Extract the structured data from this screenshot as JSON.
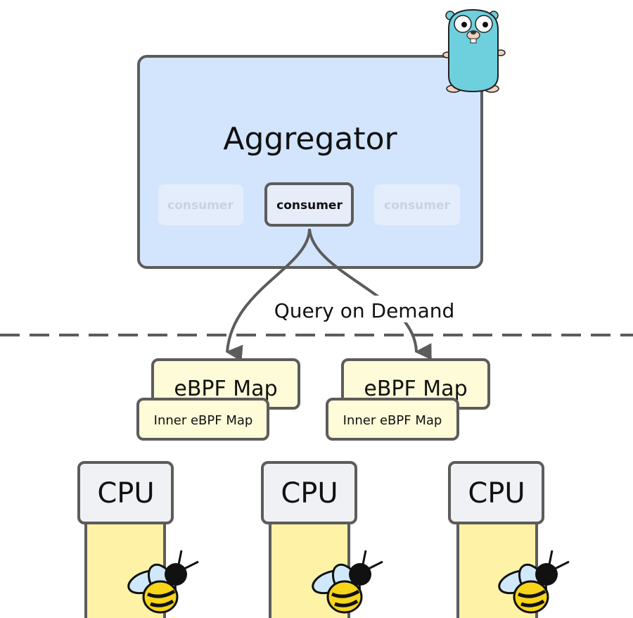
{
  "aggregator": {
    "title": "Aggregator",
    "consumers": [
      {
        "label": "consumer",
        "active": false
      },
      {
        "label": "consumer",
        "active": true
      },
      {
        "label": "consumer",
        "active": false
      }
    ]
  },
  "edge_label": "Query on Demand",
  "maps": [
    {
      "outer": "eBPF Map",
      "inner": "Inner eBPF Map"
    },
    {
      "outer": "eBPF Map",
      "inner": "Inner eBPF Map"
    }
  ],
  "cpus": [
    {
      "label": "CPU",
      "icon": "bee-icon"
    },
    {
      "label": "CPU",
      "icon": "bee-icon"
    },
    {
      "label": "CPU",
      "icon": "bee-icon"
    }
  ],
  "mascot": "gopher-icon",
  "colors": {
    "aggregator_fill": "#d3e5fd",
    "map_fill": "#fefbd8",
    "cpu_head_fill": "#f0f1f4",
    "cpu_body_fill": "#fdf2a6",
    "stroke": "#5c5c5c",
    "gopher": "#6fd0dd"
  }
}
